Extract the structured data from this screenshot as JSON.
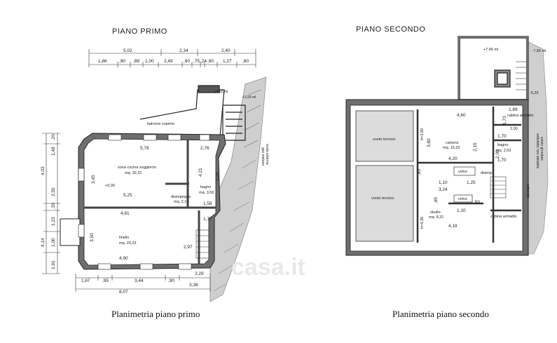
{
  "plans": {
    "first": {
      "title": "PIANO PRIMO",
      "caption": "Planimetria piano primo",
      "top_dims": [
        "5,02",
        "2,34",
        "2,40",
        "1,86",
        ",90",
        ",88",
        "1,00",
        "2,49",
        ",90",
        ",75",
        ",24",
        ",90",
        "1,27",
        ",80"
      ],
      "left_dims": [
        "1,48",
        ",20",
        "4,03",
        "2,55",
        "1,23",
        ",20",
        "4,14",
        "1,00",
        "1,91"
      ],
      "bottom_dims": [
        "1,67",
        ",95",
        "3,44",
        ",90",
        "2,29",
        "8,07",
        "3,38"
      ],
      "rooms": {
        "balcony": "balcone coperto",
        "living_name": "zona cucina soggiorno",
        "living_area": "mq. 32,31",
        "bagno_name": "bagno",
        "bagno_area": "mq. 3,56",
        "dis_name": "disimpegno",
        "dis_area": "mq. 2,10",
        "letto_name": "tinello",
        "letto_area": "mq. 20,23"
      },
      "inner_dims": [
        "5,78",
        "2,76",
        "3,45",
        "4,21",
        "3,04",
        "5,25",
        "1,58",
        "4,81",
        "1,77",
        "3,50",
        "2,97",
        "4,90"
      ],
      "level_labels": [
        "+4,65 ml",
        "+3,55 ml",
        "+0,00"
      ],
      "notes": [
        "scala esterna",
        "gas metano"
      ]
    },
    "second": {
      "title": "PIANO SECONDO",
      "caption": "Planimetria piano secondo",
      "level_labels": [
        "+7,45 ml",
        "- 7,65 ml",
        "-5,25"
      ],
      "rooms": {
        "void1": "vuoto tecnico",
        "void2": "vuoto tecnico",
        "camera_name": "camera",
        "camera_area": "mq. 16,23",
        "cabina1_name": "cabina armadio",
        "cabina1_dim": "2,00",
        "bagno_name": "bagno",
        "bagno_area": "mq. 2,93",
        "disimp": "disimp.",
        "velux1": "velux",
        "velux2": "velux",
        "studio_name": "studio",
        "studio_area": "mq. 8,31",
        "cabina2_name": "cabina armadio",
        "h1": "h=3,90",
        "h2": "h=4,38"
      },
      "inner_dims": [
        "4,60",
        "1,89",
        "1,73",
        "1,70",
        "2,00",
        "1,70",
        "3,80",
        "2,15",
        "4,20",
        "1,10",
        "3,24",
        "1,10",
        ",93",
        "4,18",
        ",85",
        ",65",
        "1,25"
      ],
      "notes": [
        "sottotetto non abitabile",
        "solaio grondaie",
        "sottotetto"
      ]
    }
  },
  "watermark": "casa.it"
}
